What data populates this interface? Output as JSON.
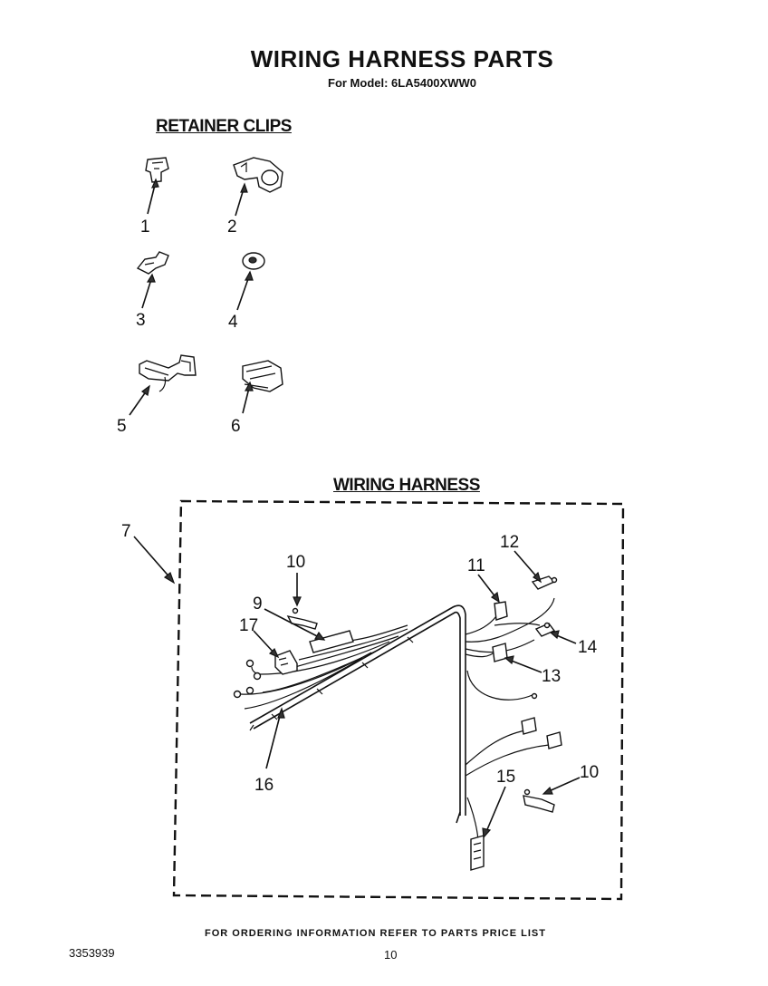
{
  "header": {
    "title": "WIRING HARNESS PARTS",
    "model": "For Model: 6LA5400XWW0"
  },
  "sections": {
    "retainer_clips": "RETAINER CLIPS",
    "wiring_harness": "WIRING HARNESS"
  },
  "callouts": {
    "c1": "1",
    "c2": "2",
    "c3": "3",
    "c4": "4",
    "c5": "5",
    "c6": "6",
    "c7": "7",
    "c9": "9",
    "c10a": "10",
    "c10b": "10",
    "c11": "11",
    "c12": "12",
    "c13": "13",
    "c14": "14",
    "c15": "15",
    "c16": "16",
    "c17": "17"
  },
  "footer": {
    "ordering_note": "FOR ORDERING INFORMATION REFER TO PARTS PRICE LIST",
    "doc_number": "3353939",
    "page_number": "10"
  }
}
